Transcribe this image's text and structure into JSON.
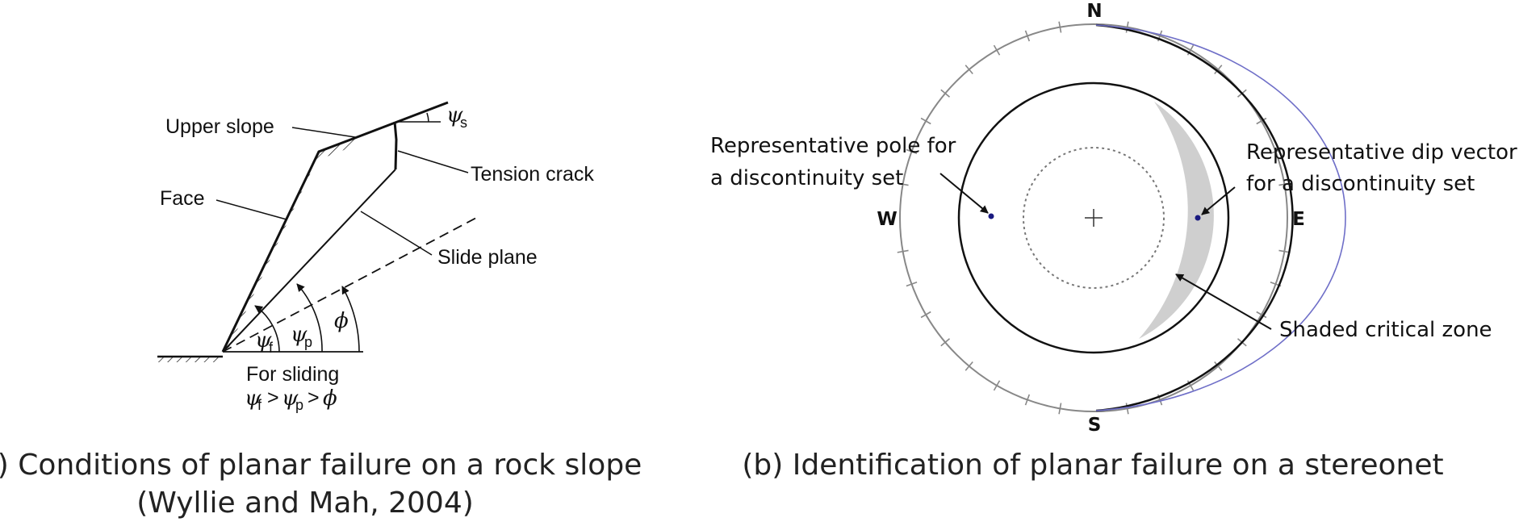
{
  "panel_a": {
    "labels": {
      "upper_slope": "Upper slope",
      "face": "Face",
      "tension_crack": "Tension crack",
      "slide_plane": "Slide plane",
      "for_sliding": "For sliding"
    },
    "angles": {
      "psi_s": "ψ",
      "psi_s_sub": "s",
      "psi_f": "ψ",
      "psi_f_sub": "f",
      "psi_p": "ψ",
      "psi_p_sub": "p",
      "phi": "ϕ"
    },
    "condition": {
      "psi1": "ψ",
      "sub1": "f",
      "gt1": ">",
      "psi2": "ψ",
      "sub2": "p",
      "gt2": ">",
      "phi": "ϕ"
    },
    "caption_line1": "(a) Conditions of planar failure on a rock slope",
    "caption_line2": "(Wyllie and Mah, 2004)"
  },
  "panel_b": {
    "directions": {
      "n": "N",
      "s": "S",
      "e": "E",
      "w": "W"
    },
    "pole_label_line1": "Representative pole for",
    "pole_label_line2": "a discontinuity set",
    "dip_label_line1": "Representative dip vector",
    "dip_label_line2": "for a discontinuity set",
    "zone_label": "Shaded critical zone",
    "caption": "(b) Identification of planar failure on a stereonet",
    "colors": {
      "great_circle_blue": "#6f6fc8",
      "shaded_zone": "#cfcfcf",
      "outer_circle": "#888888"
    }
  }
}
